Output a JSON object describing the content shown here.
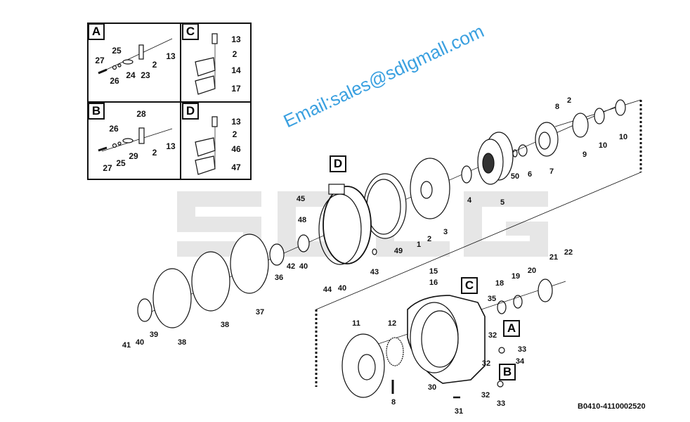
{
  "background_logo": "SDLG",
  "watermark": "Email:sales@sdlgmall.com",
  "drawing_code": "B0410-4110002520",
  "inset": {
    "panels": [
      {
        "id": "A",
        "labels": [
          "27",
          "25",
          "26",
          "24",
          "23",
          "2",
          "13"
        ]
      },
      {
        "id": "C",
        "labels": [
          "13",
          "2",
          "14",
          "17"
        ]
      },
      {
        "id": "B",
        "labels": [
          "28",
          "26",
          "27",
          "25",
          "29",
          "2",
          "13"
        ]
      },
      {
        "id": "D",
        "labels": [
          "13",
          "2",
          "46",
          "47"
        ]
      }
    ]
  },
  "detail_refs": [
    "D",
    "C",
    "A",
    "B"
  ],
  "callouts": [
    "8",
    "2",
    "10",
    "10",
    "9",
    "7",
    "6",
    "50",
    "5",
    "4",
    "3",
    "2",
    "1",
    "49",
    "45",
    "48",
    "42",
    "40",
    "36",
    "43",
    "44",
    "40",
    "37",
    "38",
    "38",
    "39",
    "40",
    "41",
    "15",
    "16",
    "35",
    "18",
    "19",
    "20",
    "21",
    "22",
    "11",
    "12",
    "32",
    "33",
    "34",
    "32",
    "30",
    "32",
    "33",
    "31",
    "8"
  ]
}
